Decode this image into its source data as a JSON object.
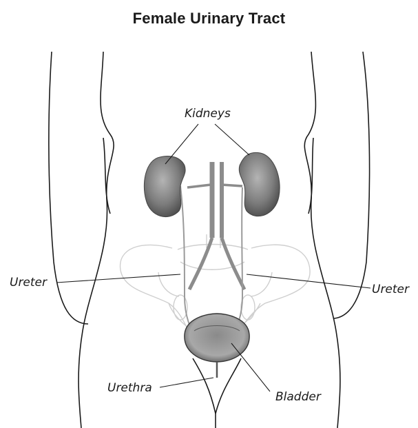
{
  "title": "Female Urinary Tract",
  "labels": {
    "kidneys": "Kidneys",
    "ureter_left": "Ureter",
    "ureter_right": "Ureter",
    "urethra": "Urethra",
    "bladder": "Bladder"
  },
  "colors": {
    "outline": "#1a1a1a",
    "kidney": "#7d7d7d",
    "pelvis": "#d2d2d2",
    "vessels": "#8c8c8c",
    "bladder": "#9a9a9a"
  }
}
